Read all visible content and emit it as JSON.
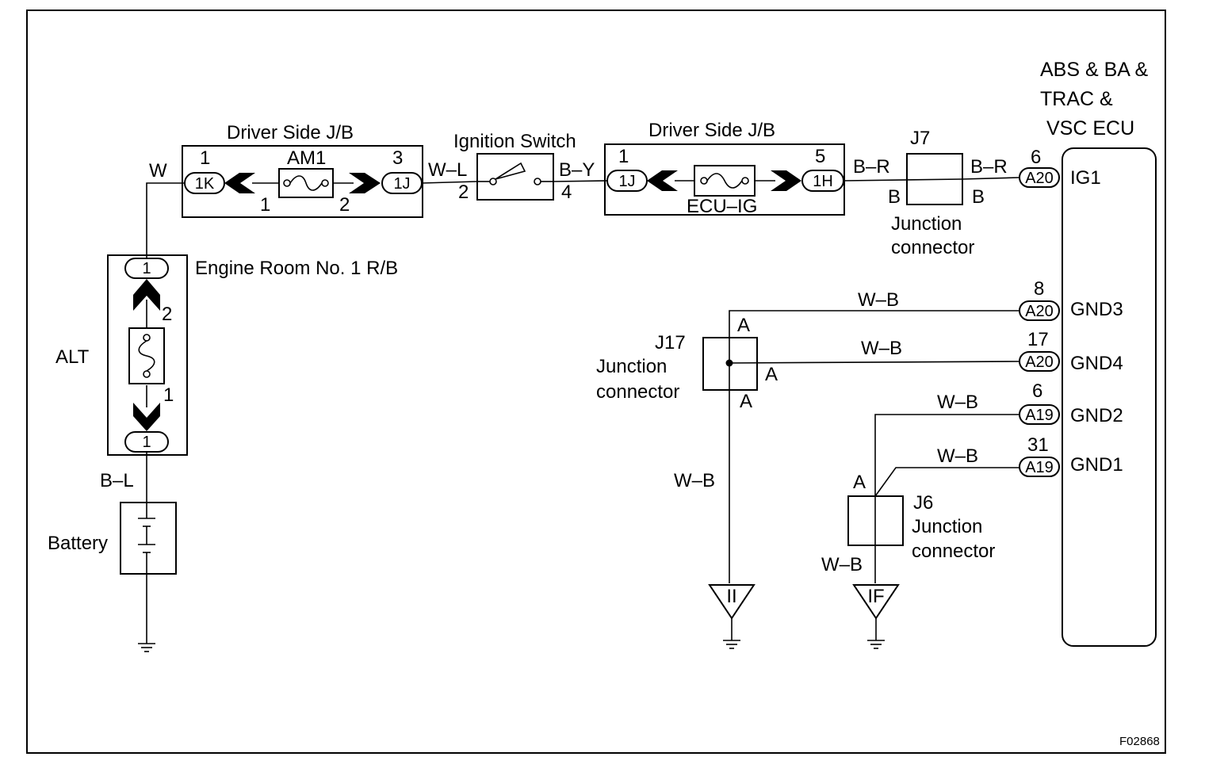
{
  "figure_code": "F02868",
  "components": {
    "ecu": {
      "title_lines": [
        "ABS & BA &",
        "TRAC &",
        "VSC ECU"
      ]
    },
    "jb_left": {
      "title": "Driver Side J/B",
      "fuse": "AM1",
      "pin_in": "1",
      "pin_out": "3",
      "conn_in": "1K",
      "conn_out": "1J",
      "arrow_in": "1",
      "arrow_out": "2"
    },
    "ignition_switch": {
      "title": "Ignition Switch",
      "pin_in": "2",
      "pin_out": "4"
    },
    "jb_right": {
      "title": "Driver Side J/B",
      "fuse": "ECU–IG",
      "pin_in": "1",
      "pin_out": "5",
      "conn_in": "1J",
      "conn_out": "1H"
    },
    "j7": {
      "title": "J7",
      "desc_line1": "Junction",
      "desc_line2": "connector",
      "pin_left": "B",
      "pin_right": "B"
    },
    "engine_room_rb": {
      "title": "Engine Room No. 1 R/B",
      "conn_top": "1",
      "conn_bottom": "1",
      "arrow_top": "2",
      "arrow_bottom": "1",
      "fuse": "ALT"
    },
    "battery": {
      "title": "Battery"
    },
    "j17": {
      "title": "J17",
      "desc_line1": "Junction",
      "desc_line2": "connector",
      "pin_top": "A",
      "pin_right": "A",
      "pin_bottom": "A"
    },
    "j6": {
      "title": "J6",
      "desc_line1": "Junction",
      "desc_line2": "connector",
      "pin_top": "A"
    }
  },
  "wires": {
    "w": "W",
    "wl": "W–L",
    "by": "B–Y",
    "br_left": "B–R",
    "br_right": "B–R",
    "bl": "B–L",
    "wb_gnd3": "W–B",
    "wb_gnd4": "W–B",
    "wb_gnd2": "W–B",
    "wb_gnd1": "W–B",
    "wb_j17_down": "W–B",
    "wb_j6_down": "W–B"
  },
  "ecu_terminals": [
    {
      "name": "IG1",
      "pin": "6",
      "connector": "A20"
    },
    {
      "name": "GND3",
      "pin": "8",
      "connector": "A20"
    },
    {
      "name": "GND4",
      "pin": "17",
      "connector": "A20"
    },
    {
      "name": "GND2",
      "pin": "6",
      "connector": "A19"
    },
    {
      "name": "GND1",
      "pin": "31",
      "connector": "A19"
    }
  ],
  "grounds": {
    "left": "II",
    "right": "IF"
  }
}
